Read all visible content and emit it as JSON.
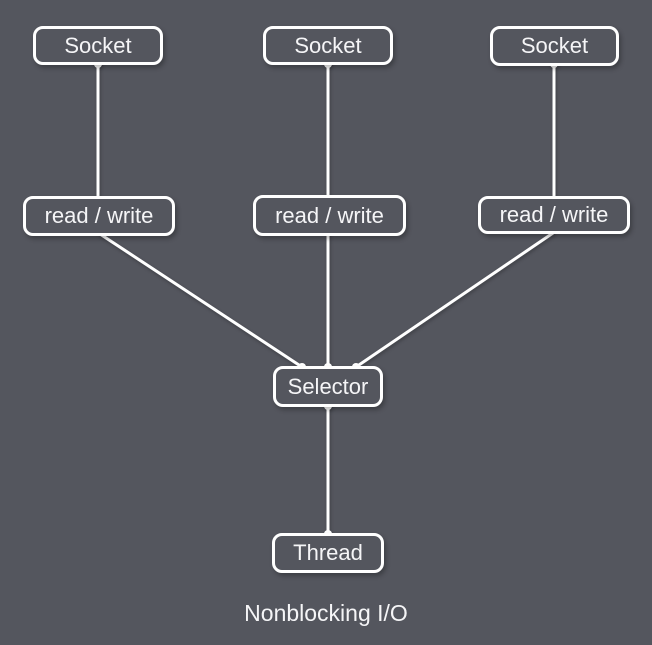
{
  "colors": {
    "background": "#54565E",
    "line": "#FFFFFF",
    "box_border": "#FFFFFF",
    "text": "#F5F5F7"
  },
  "nodes": {
    "socket_1": "Socket",
    "socket_2": "Socket",
    "socket_3": "Socket",
    "read_write_1": "read / write",
    "read_write_2": "read / write",
    "read_write_3": "read / write",
    "selector": "Selector",
    "thread": "Thread"
  },
  "caption": "Nonblocking I/O"
}
